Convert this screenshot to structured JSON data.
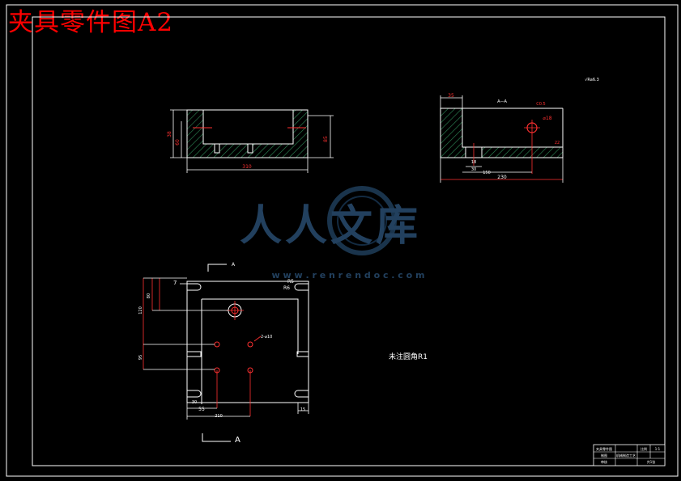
{
  "title": "夹具零件图A2",
  "colors": {
    "background": "#000000",
    "title": "#ff0000",
    "lines": "#ffffff",
    "dimensions": "#ff3030",
    "hatch": "#2e8b57",
    "watermark": "#1d3a55"
  },
  "front_view": {
    "width_dim": "310",
    "height_dim": "85",
    "left_dim_a": "38",
    "left_dim_b": "60"
  },
  "section_view": {
    "label": "A—A",
    "thickness_dim": "35",
    "hole_dim": "⌀18",
    "chamfer_dim": "C0.5",
    "right_dim": "22",
    "bottom_dim_a": "18",
    "bottom_dim_b": "30",
    "bottom_dim_c": "150",
    "total_dim": "230"
  },
  "roughness_note": "√Ra6.3",
  "top_view": {
    "section_mark": "A",
    "dim_r5": "R5",
    "dim_r6": "R6",
    "dim_7": "7",
    "dim_80": "80",
    "dim_120": "120",
    "dim_95": "95",
    "dim_hole": "2-⌀10",
    "dim_30": "30",
    "dim_55": "55",
    "dim_210": "210",
    "dim_15": "15"
  },
  "note": "未注圆角R1",
  "watermark": {
    "name": "人人文库",
    "url": "w w w . r e n r e n d o c . c o m"
  },
  "title_block": {
    "name_label": "夹具零件图",
    "scale_label": "比例",
    "scale_value": "1:1",
    "row2_label": "制图",
    "row2_value": "机械制造工艺",
    "row3_label": "审核",
    "sheet_label": "共1张"
  }
}
